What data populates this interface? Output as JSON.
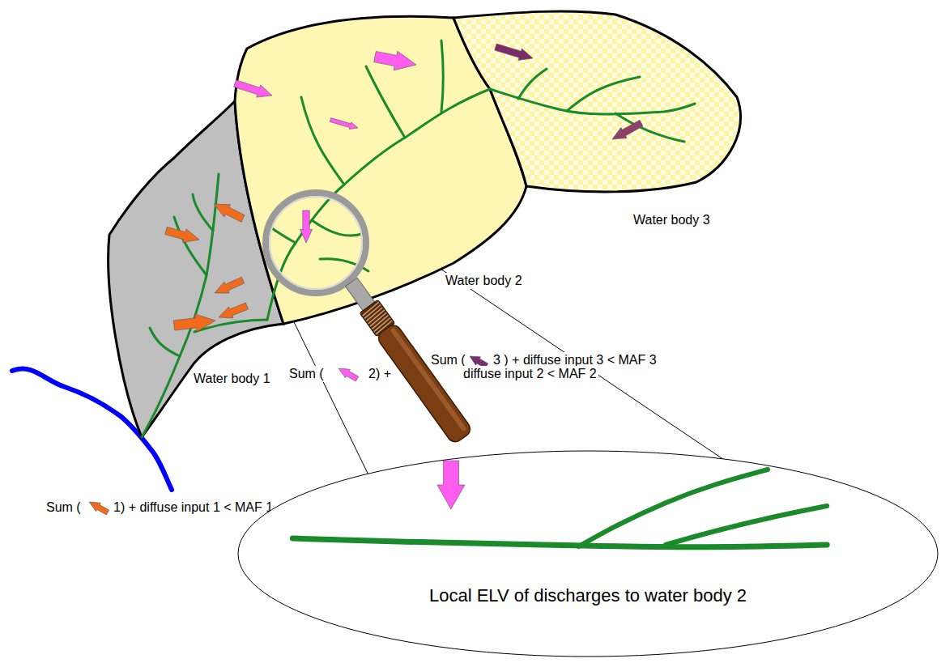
{
  "diagram": {
    "nodes": [
      {
        "text": [
          "Local ELV of discharges to water body 2"
        ]
      }
    ],
    "labels": [
      "Water body 3",
      "Sum (",
      "3 ) + diffuse input 3 < MAF 3",
      "Water body 2",
      "Sum (",
      "2) +",
      "diffuse input 2 < MAF 2",
      "Water body 1",
      "Sum (",
      "1) + diffuse input 1 < MAF 1"
    ]
  }
}
